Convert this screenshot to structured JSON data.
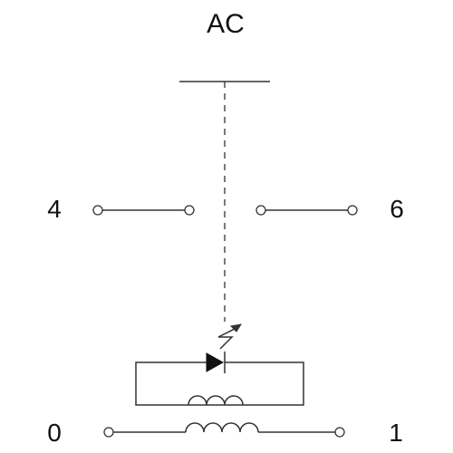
{
  "title": "AC",
  "terminals": {
    "left_contact": "4",
    "right_contact": "6",
    "coil_left": "0",
    "coil_right": "1"
  },
  "colors": {
    "line": "#333333",
    "text": "#111111",
    "background": "#ffffff"
  },
  "symbols": [
    "push-actuator",
    "mechanical-linkage",
    "contact-pair",
    "photodiode",
    "light-emission-arrow",
    "secondary-coil",
    "primary-coil"
  ]
}
